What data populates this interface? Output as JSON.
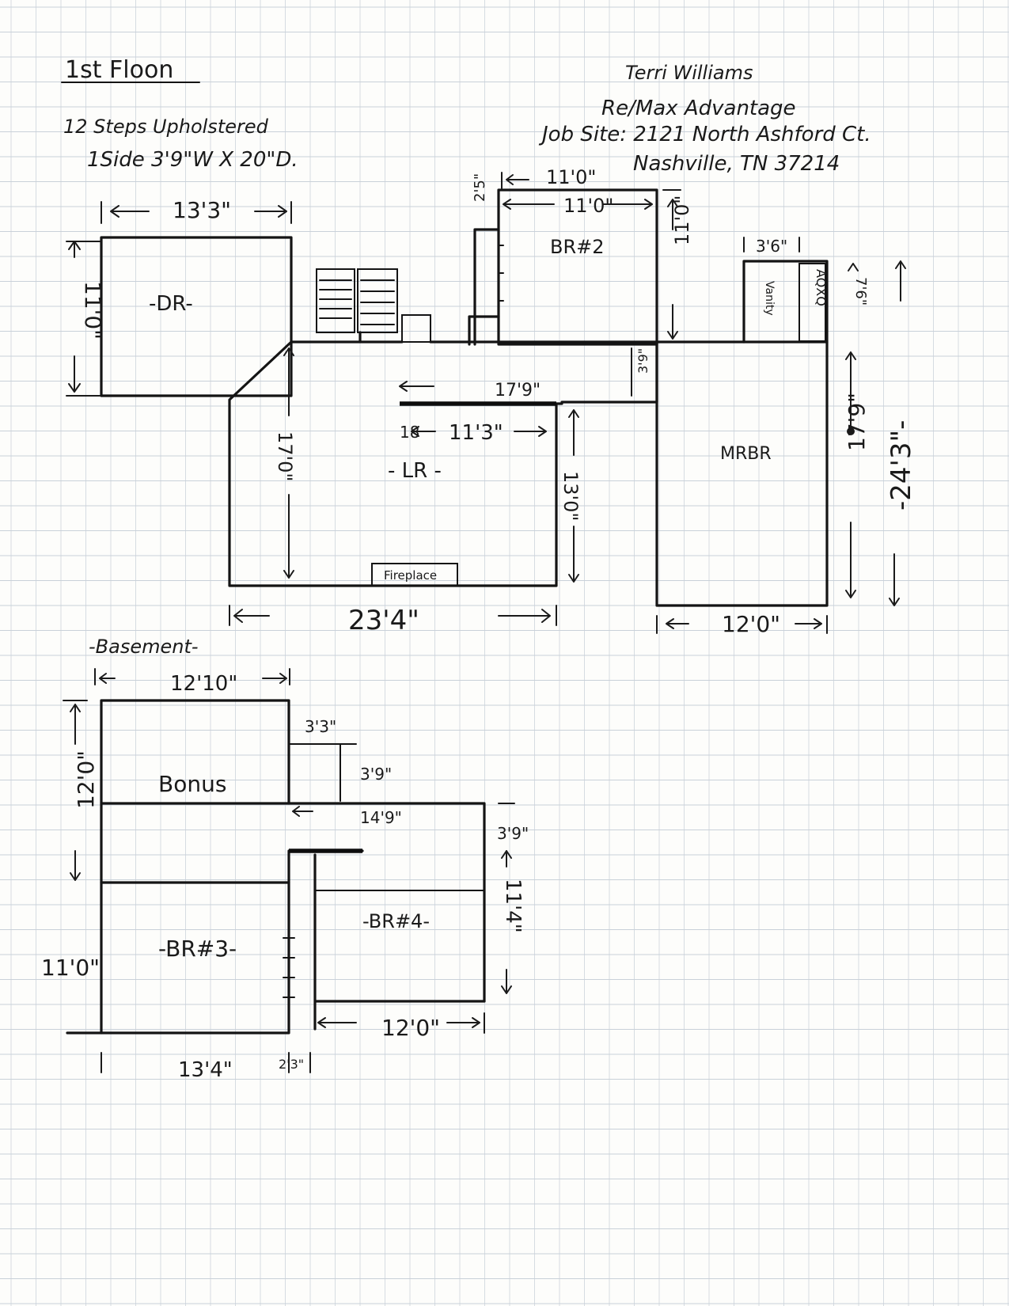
{
  "header": {
    "floor_title": "1st Floon",
    "steps_line1": "12 Steps Upholstered",
    "steps_line2": "1Side 3'9\"W X 20\"D.",
    "client_name": "Terri Williams",
    "company": "Re/Max Advantage",
    "jobsite": "Job Site: 2121 North Ashford Ct.",
    "city": "Nashville, TN 37214"
  },
  "first_floor": {
    "dr_label": "-DR-",
    "dr_width": "13'3\"",
    "dr_height": "11'0\"",
    "br2_label": "BR#2",
    "br2_top": "11'0\"",
    "br2_inner": "11'0\"",
    "br2_height": "11'0\"",
    "br2_closet": "2'5\"",
    "vanity_label": "Vanity",
    "vanity_width": "3'6\"",
    "fixture_label": "AQXQ",
    "bath_depth": "7'6\"",
    "hall_depth": "3'9\"",
    "lr_label": "- LR -",
    "lr_height": "17'0\"",
    "lr_top": "17'9\"",
    "lr_inner": "11'3\"",
    "lr_inner_prefix": "18",
    "lr_side": "13'0\"",
    "fireplace_label": "Fireplace",
    "lr_width": "23'4\"",
    "mbr_label": "MRBR",
    "mbr_height": "17'9\"",
    "mbr_total": "-24'3\"-",
    "mbr_width": "12'0\""
  },
  "basement": {
    "title": "-Basement-",
    "bonus_label": "Bonus",
    "bonus_width": "12'10\"",
    "bonus_height": "12'0\"",
    "step_w": "3'3\"",
    "step_h": "3'9\"",
    "hall_w": "14'9\"",
    "hall_h": "3'9\"",
    "br3_label": "-BR#3-",
    "br3_height": "11'0\"",
    "br3_width": "13'4\"",
    "gap_w": "2'3\"",
    "br4_label": "-BR#4-",
    "br4_height": "11'4\"",
    "br4_width": "12'0\""
  }
}
